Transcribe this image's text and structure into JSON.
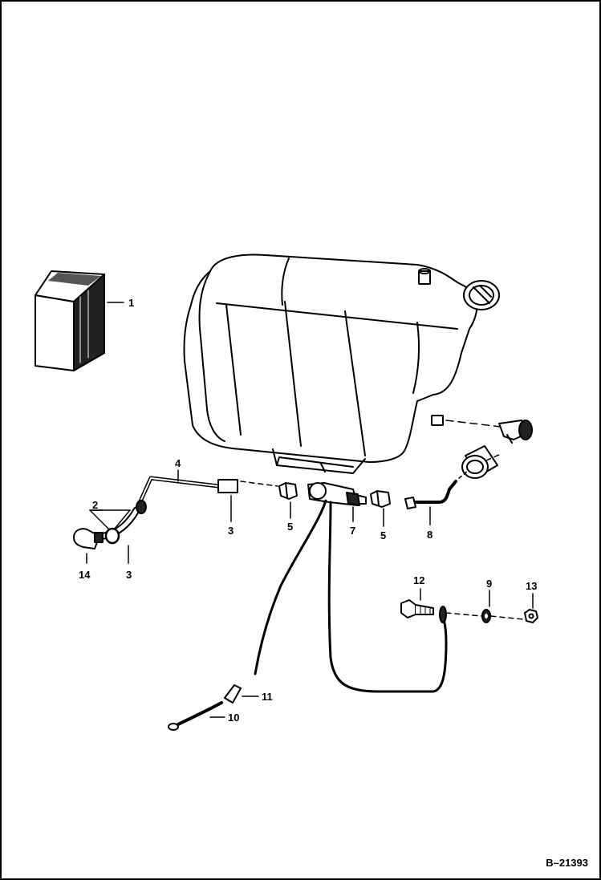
{
  "figure": {
    "id": "B–21393"
  },
  "callouts": {
    "c1": "1",
    "c2": "2",
    "c3a": "3",
    "c3b": "3",
    "c4": "4",
    "c5a": "5",
    "c5b": "5",
    "c7": "7",
    "c8": "8",
    "c9": "9",
    "c10": "10",
    "c11": "11",
    "c12": "12",
    "c13": "13",
    "c14": "14"
  },
  "parts": [
    {
      "number": "1",
      "icon": "battery-icon"
    },
    {
      "number": "2",
      "icon": "hose-clamp-icon"
    },
    {
      "number": "3",
      "icon": "hose-icon"
    },
    {
      "number": "4",
      "icon": "tube-icon"
    },
    {
      "number": "5",
      "icon": "fitting-icon"
    },
    {
      "number": "7",
      "icon": "pump-icon"
    },
    {
      "number": "8",
      "icon": "line-icon"
    },
    {
      "number": "9",
      "icon": "washer-icon"
    },
    {
      "number": "10",
      "icon": "wire-icon"
    },
    {
      "number": "11",
      "icon": "connector-icon"
    },
    {
      "number": "12",
      "icon": "bolt-icon"
    },
    {
      "number": "13",
      "icon": "nut-icon"
    },
    {
      "number": "14",
      "icon": "nozzle-icon"
    }
  ],
  "colors": {
    "ink": "#000000",
    "paper": "#ffffff"
  }
}
